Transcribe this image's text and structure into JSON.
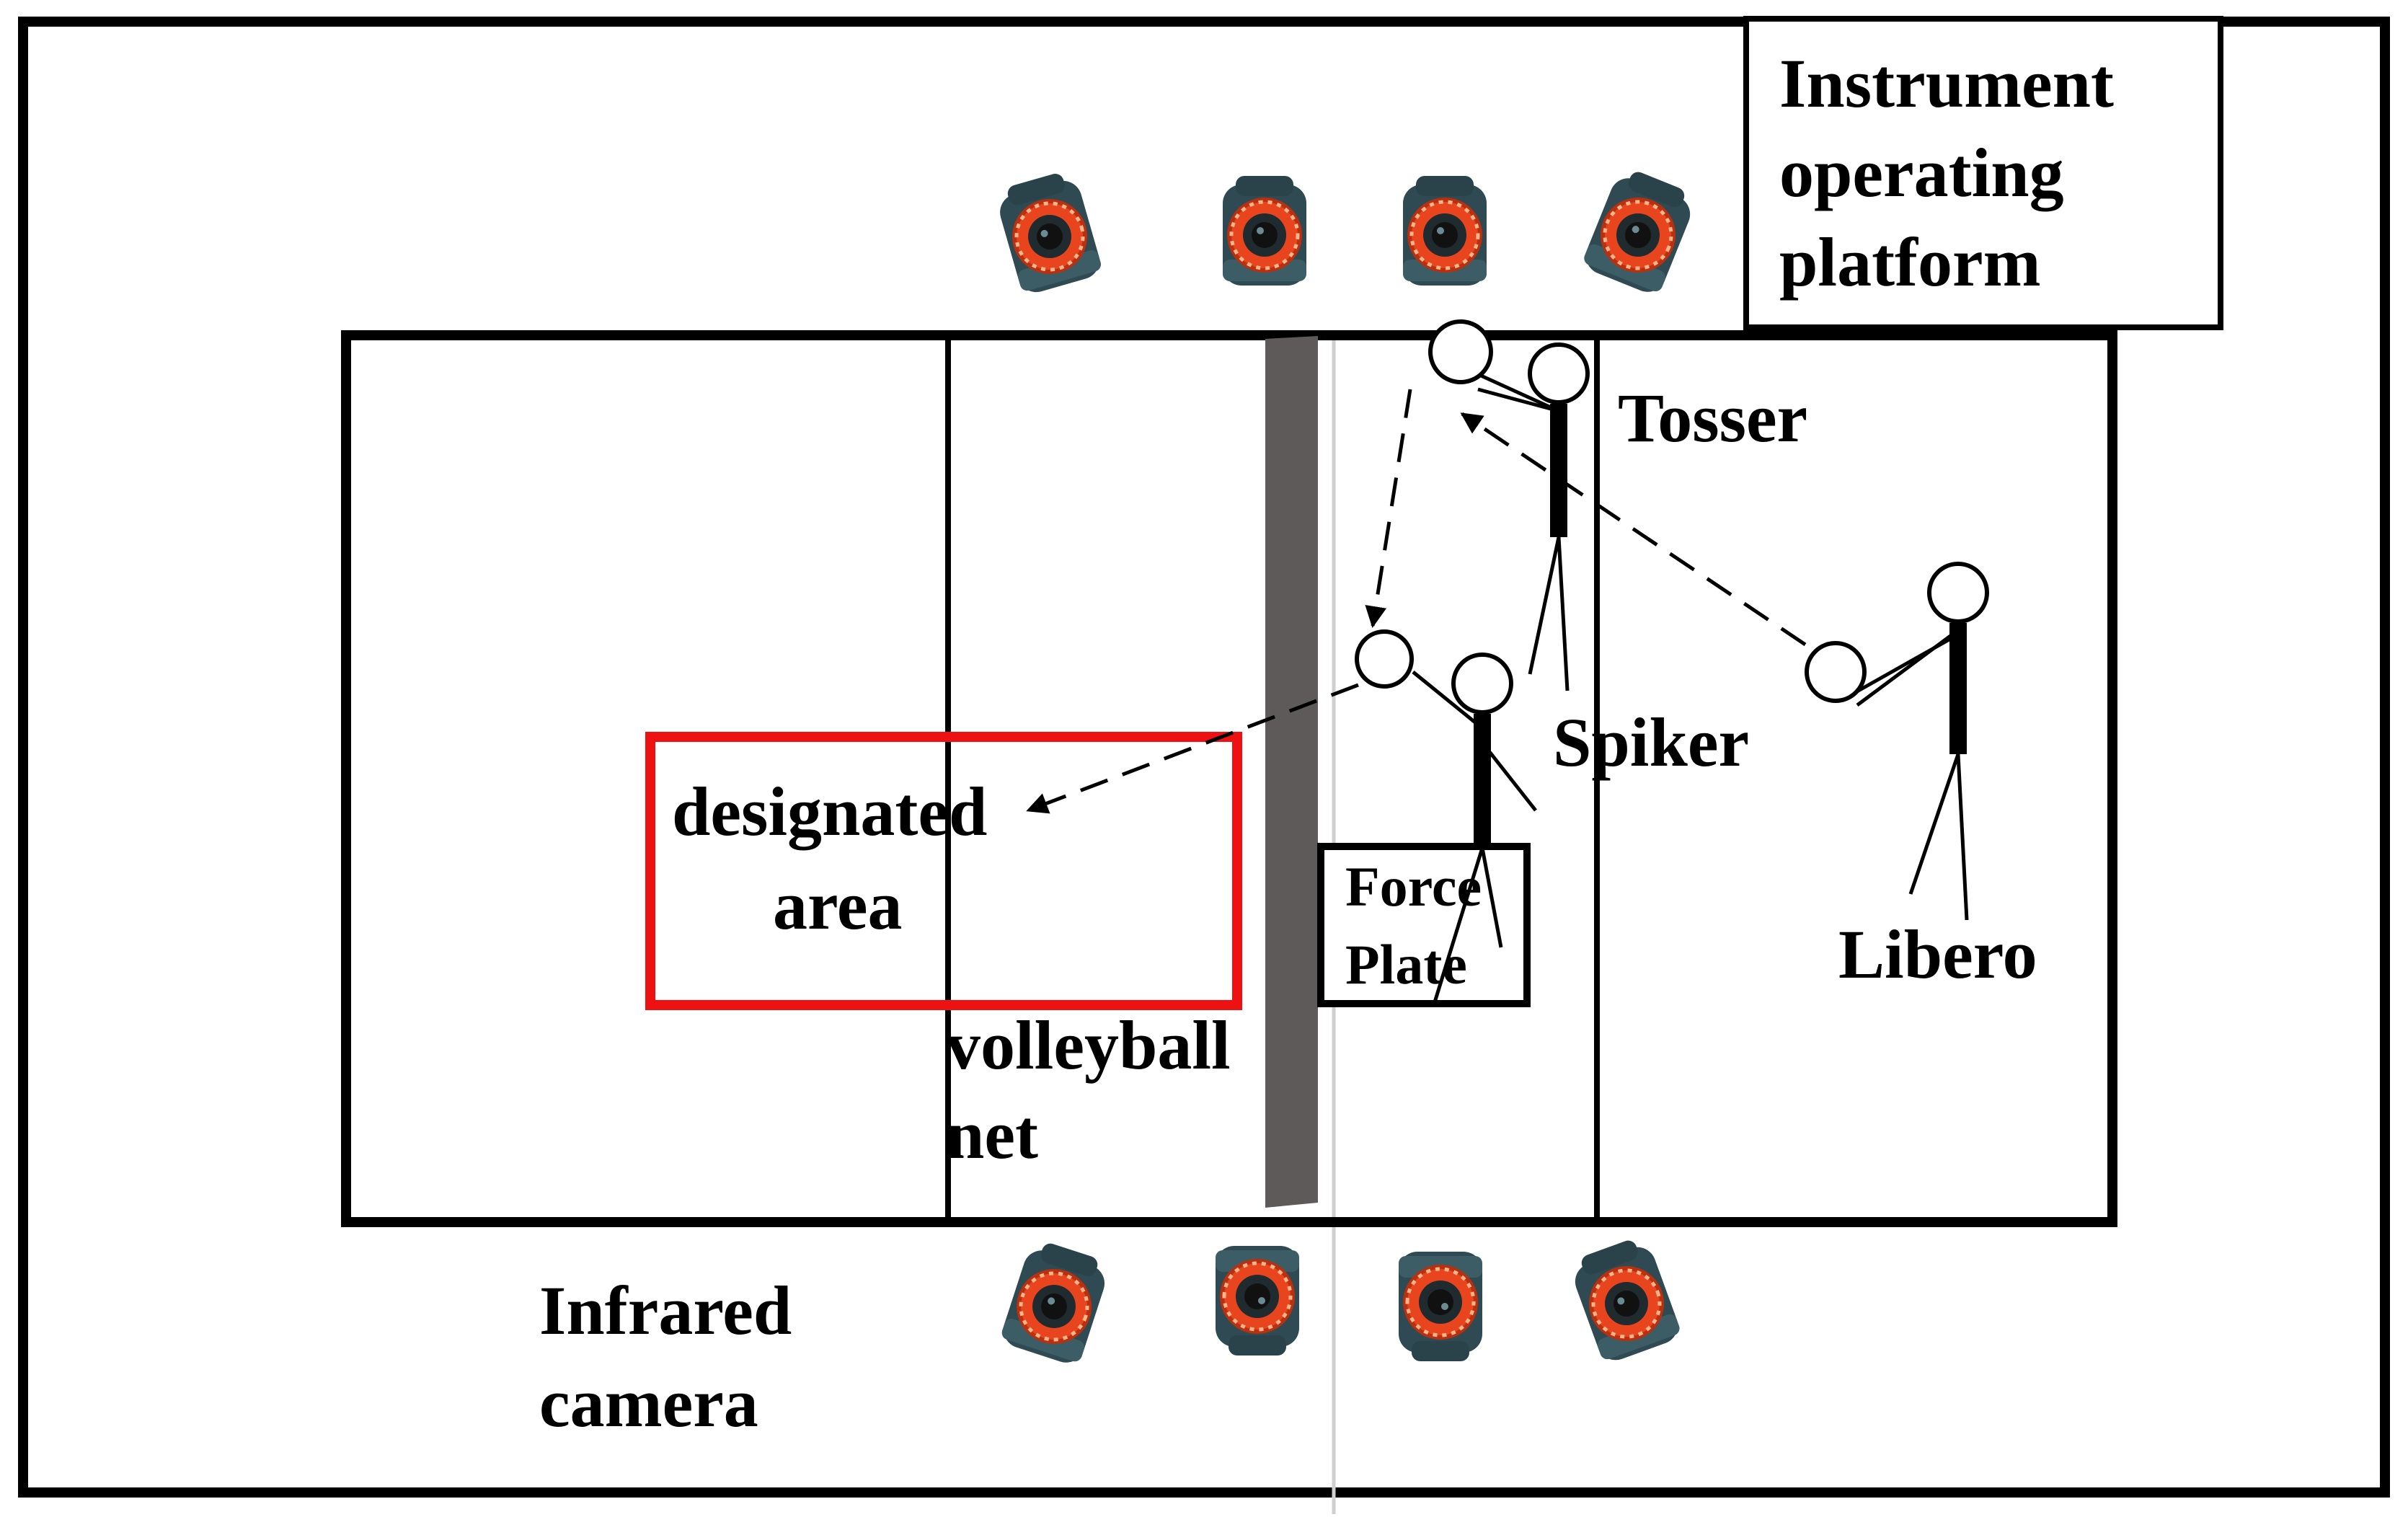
{
  "labels": {
    "platform_line1": "Instrument",
    "platform_line2": "operating",
    "platform_line3": "platform",
    "tosser": "Tosser",
    "spiker": "Spiker",
    "libero": "Libero",
    "designated_line1": "designated",
    "designated_line2": "area",
    "force_plate_line1": "Force",
    "force_plate_line2": "Plate",
    "net_line1": "volleyball",
    "net_line2": "net",
    "camera_line1": "Infrared",
    "camera_line2": "camera"
  },
  "colors": {
    "line": "#000000",
    "net": "#5e5a5a",
    "designated_area": "#ee1111",
    "camera_body": "#2f4a52",
    "camera_ring": "#e8451e",
    "camera_ring_dark": "#b8300f",
    "camera_lens": "#1a1a1a"
  },
  "icons": {
    "camera": "infrared-camera-icon",
    "ball": "ball-icon",
    "player": "stick-figure-icon"
  }
}
